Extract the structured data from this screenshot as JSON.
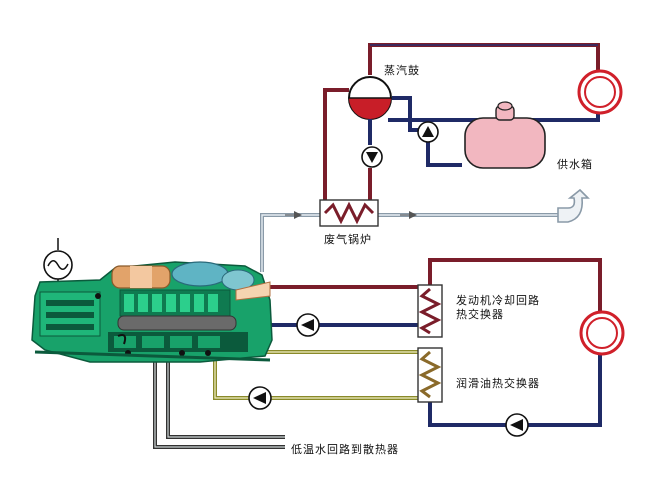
{
  "labels": {
    "steam_drum": "蒸汽鼓",
    "water_tank": "供水箱",
    "waste_heat_boiler": "废气锅炉",
    "engine_cooling_hx_line1": "发动机冷却回路",
    "engine_cooling_hx_line2": "热交换器",
    "lube_oil_hx": "润滑油热交换器",
    "low_temp_loop": "低温水回路到散热器"
  },
  "colors": {
    "hot_pipe": "#7a1d2a",
    "cold_pipe": "#1f2a66",
    "exhaust_pipe": "#8a9aa8",
    "oil_pipe": "#8a8a2a",
    "low_temp_pipe": "#3a3a3a",
    "engine_green": "#18a26a",
    "engine_dark": "#0b5a3c",
    "drum_red": "#c81e28",
    "tank_pink": "#f2b7c0",
    "consumer_ring": "#d0202a"
  },
  "icons": [
    "generator-icon",
    "pump-icon",
    "heat-consumer-icon",
    "heat-exchanger-icon",
    "exhaust-outlet-icon"
  ]
}
